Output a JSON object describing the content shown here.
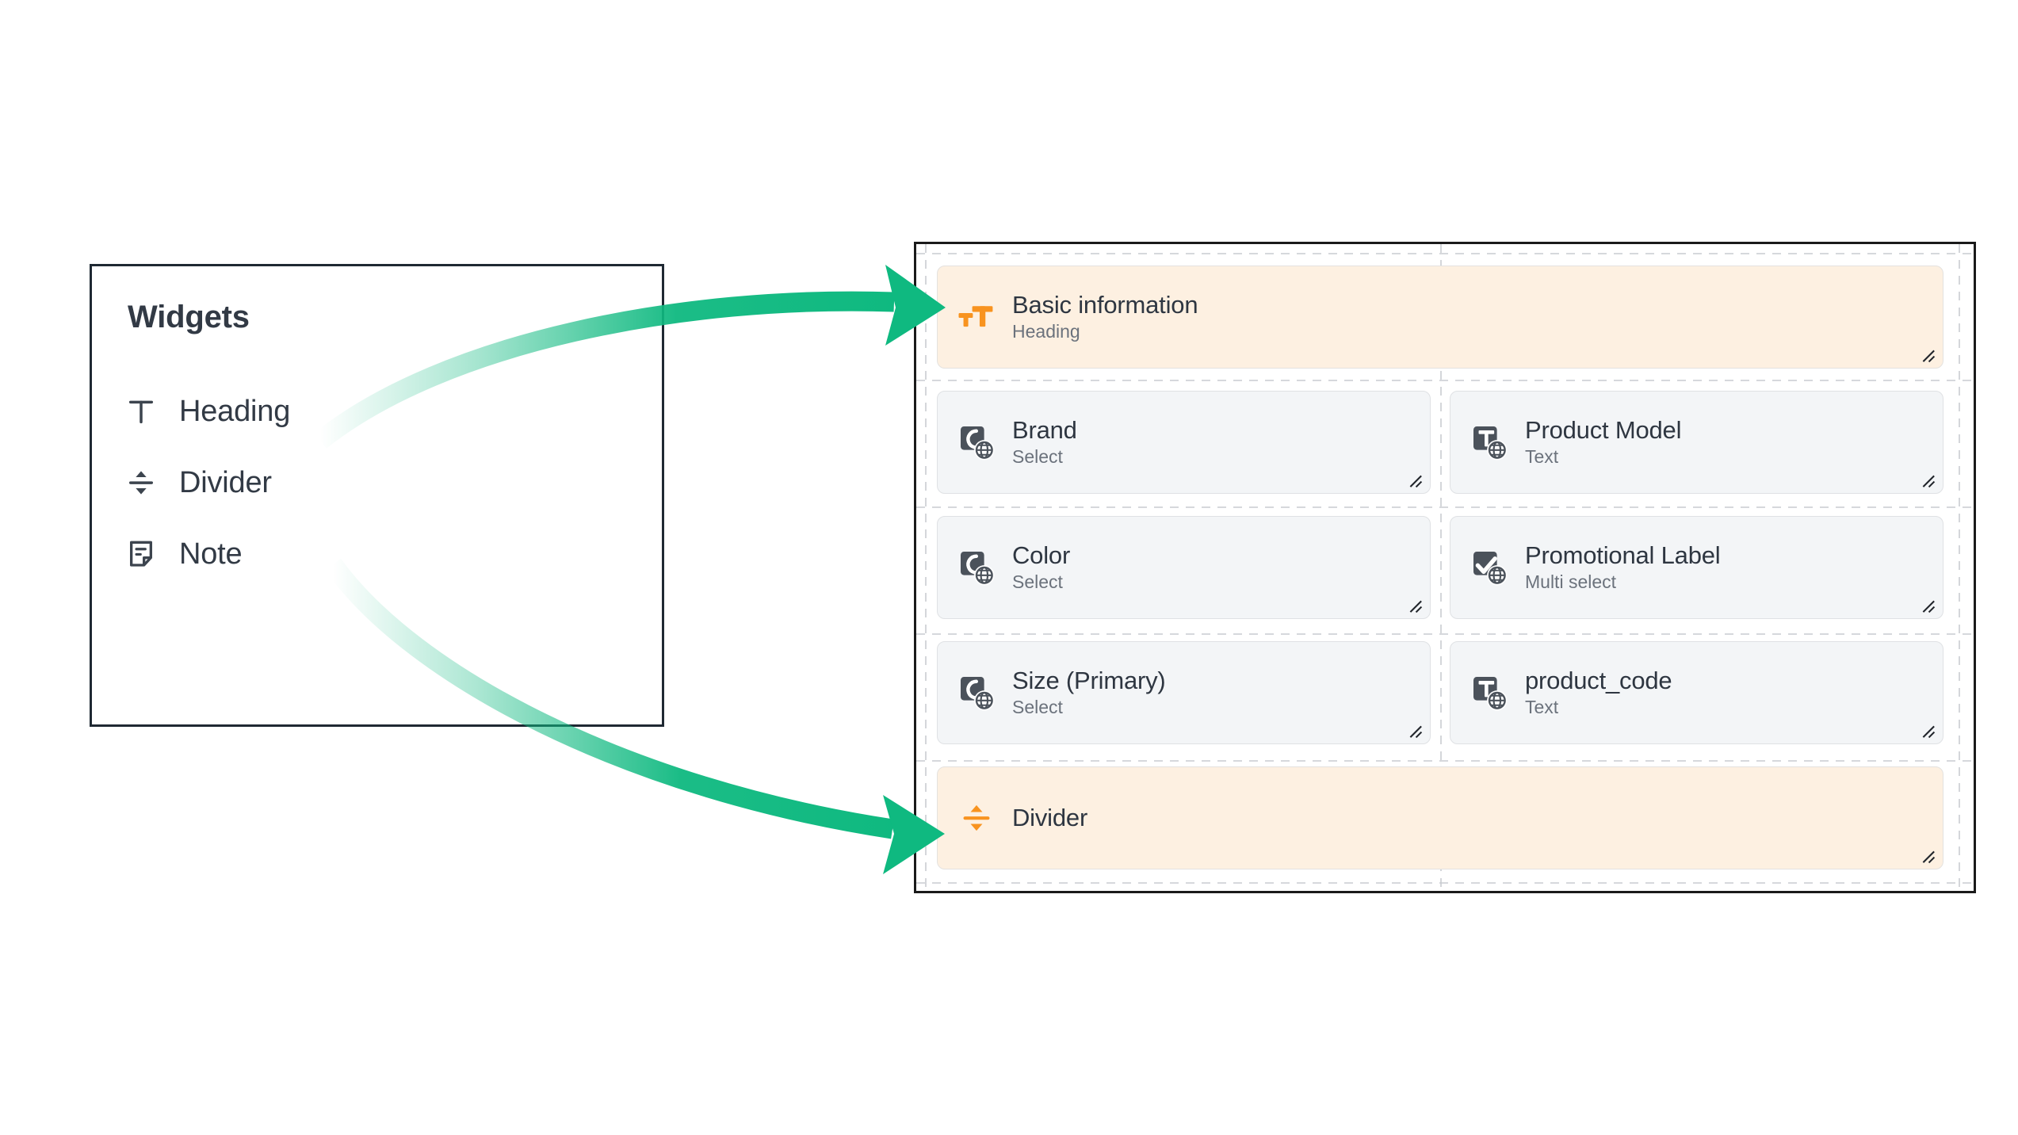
{
  "widgets_panel": {
    "title": "Widgets",
    "items": [
      {
        "label": "Heading",
        "icon": "heading-t-icon"
      },
      {
        "label": "Divider",
        "icon": "divider-icon"
      },
      {
        "label": "Note",
        "icon": "note-icon"
      }
    ]
  },
  "annotations": {
    "arrows": [
      {
        "name": "arrow-heading-to-canvas",
        "from": "Heading",
        "to": "Basic information",
        "color": "#0fb980"
      },
      {
        "name": "arrow-divider-to-canvas",
        "from": "Divider",
        "to": "Divider",
        "color": "#0fb980"
      }
    ]
  },
  "colors": {
    "accent_orange": "#f8931f",
    "accent_card_bg": "#fdf0e1",
    "field_card_bg": "#f3f5f7",
    "card_border": "#dfe1e4",
    "arrow_green": "#0fb980",
    "text_primary": "#2e3641",
    "text_secondary": "#6b727c",
    "panel_border": "#1f2933",
    "grid_line": "#c9ccd1"
  },
  "form_canvas": {
    "rows": [
      {
        "name": "row-heading",
        "cells": [
          {
            "title": "Basic information",
            "subtitle": "Heading",
            "icon": "heading-tt-icon",
            "style": "accent",
            "full_width": true,
            "resizable": true
          }
        ]
      },
      {
        "name": "row-brand-product-model",
        "cells": [
          {
            "title": "Brand",
            "subtitle": "Select",
            "icon": "select-field-icon",
            "style": "field",
            "full_width": false,
            "resizable": true
          },
          {
            "title": "Product Model",
            "subtitle": "Text",
            "icon": "text-field-icon",
            "style": "field",
            "full_width": false,
            "resizable": true
          }
        ]
      },
      {
        "name": "row-color-promotional-label",
        "cells": [
          {
            "title": "Color",
            "subtitle": "Select",
            "icon": "select-field-icon",
            "style": "field",
            "full_width": false,
            "resizable": true
          },
          {
            "title": "Promotional Label",
            "subtitle": "Multi select",
            "icon": "multiselect-field-icon",
            "style": "field",
            "full_width": false,
            "resizable": true
          }
        ]
      },
      {
        "name": "row-size-product-code",
        "cells": [
          {
            "title": "Size (Primary)",
            "subtitle": "Select",
            "icon": "select-field-icon",
            "style": "field",
            "full_width": false,
            "resizable": true
          },
          {
            "title": "product_code",
            "subtitle": "Text",
            "icon": "text-field-icon",
            "style": "field",
            "full_width": false,
            "resizable": true
          }
        ]
      },
      {
        "name": "row-divider",
        "cells": [
          {
            "title": "Divider",
            "subtitle": "",
            "icon": "divider-icon",
            "style": "accent",
            "full_width": true,
            "resizable": true
          }
        ]
      }
    ]
  }
}
